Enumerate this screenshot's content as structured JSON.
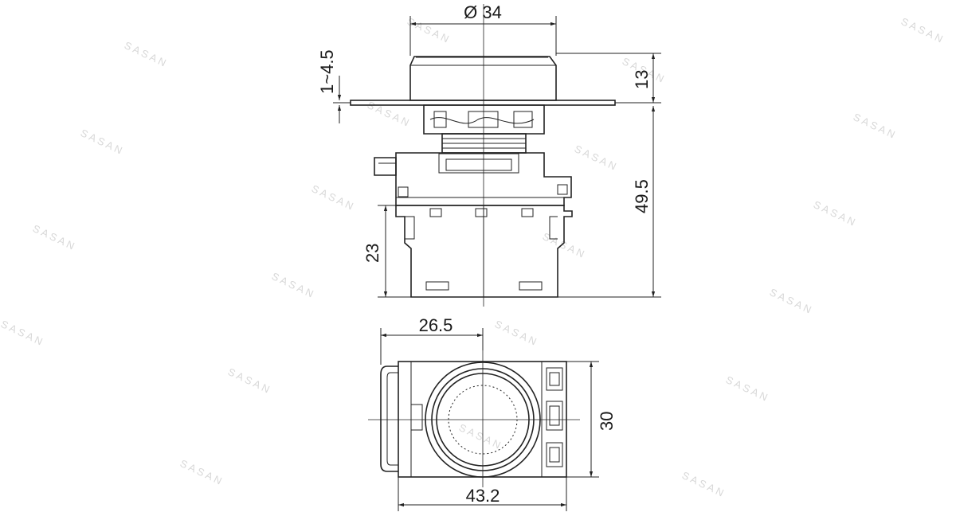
{
  "dimensions": {
    "diameter": "Ø 34",
    "panel_thickness": "1~4.5",
    "head_height": "13",
    "total_height": "49.5",
    "block_height": "23",
    "offset_width": "26.5",
    "body_depth": "30",
    "overall_width": "43.2"
  },
  "watermark": "SASAN"
}
